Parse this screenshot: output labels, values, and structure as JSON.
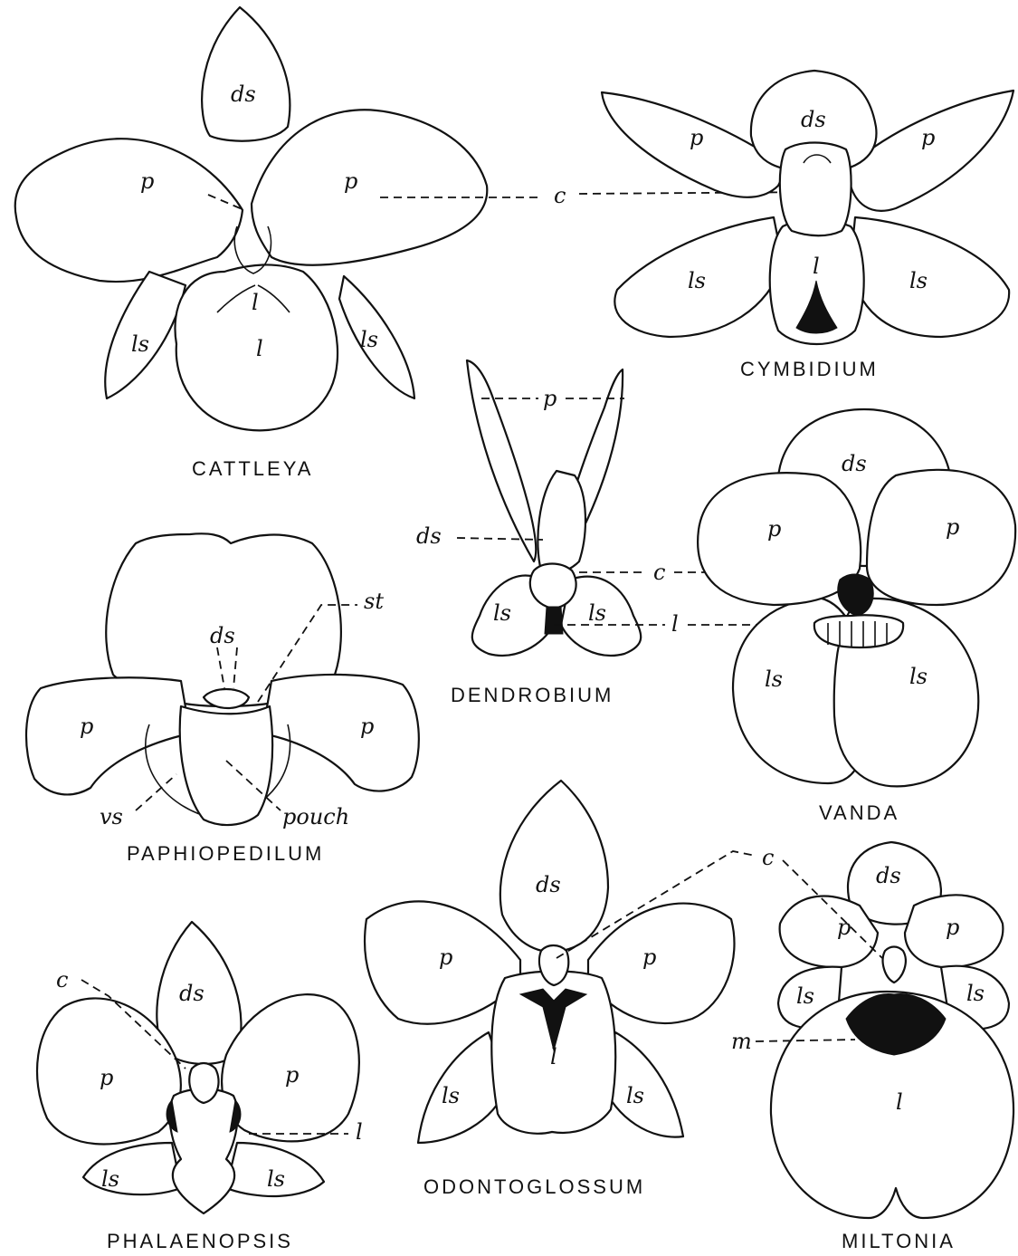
{
  "labels": {
    "ds": "ds",
    "p": "p",
    "ls": "ls",
    "l": "l",
    "c": "c",
    "st": "st",
    "vs": "vs",
    "pouch": "pouch",
    "m": "m"
  },
  "flowers": {
    "cattleya": "CATTLEYA",
    "cymbidium": "CYMBIDIUM",
    "dendrobium": "DENDROBIUM",
    "vanda": "VANDA",
    "paphiopedilum": "PAPHIOPEDILUM",
    "odontoglossum": "ODONTOGLOSSUM",
    "phalaenopsis": "PHALAENOPSIS",
    "miltonia": "MILTONIA"
  },
  "colors": {
    "ink": "#111111",
    "paper": "#ffffff"
  }
}
